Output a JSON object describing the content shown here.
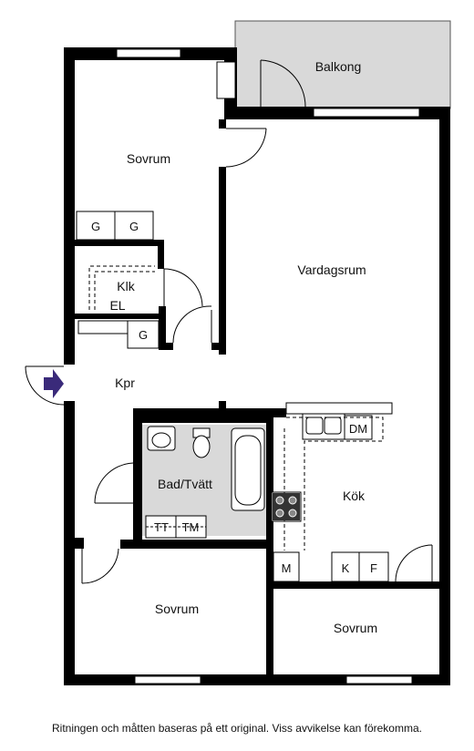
{
  "rooms": {
    "balkong": "Balkong",
    "sovrum_top": "Sovrum",
    "vardagsrum": "Vardagsrum",
    "klk": "Klk",
    "el": "EL",
    "kpr": "Kpr",
    "bad": "Bad/Tvätt",
    "kok": "Kök",
    "sovrum_bottom_left": "Sovrum",
    "sovrum_bottom_right": "Sovrum"
  },
  "fixtures": {
    "g1": "G",
    "g2": "G",
    "g3": "G",
    "dm": "DM",
    "tt": "TT",
    "tm": "TM",
    "m": "M",
    "k": "K",
    "f": "F"
  },
  "footer": {
    "disclaimer": "Ritningen och måtten baseras på ett original. Viss avvikelse kan förekomma."
  },
  "colors": {
    "wall": "#000000",
    "balcony": "#d9d9d9",
    "bathroom": "#d9d9d9",
    "entry_arrow": "#3a2a7a"
  }
}
